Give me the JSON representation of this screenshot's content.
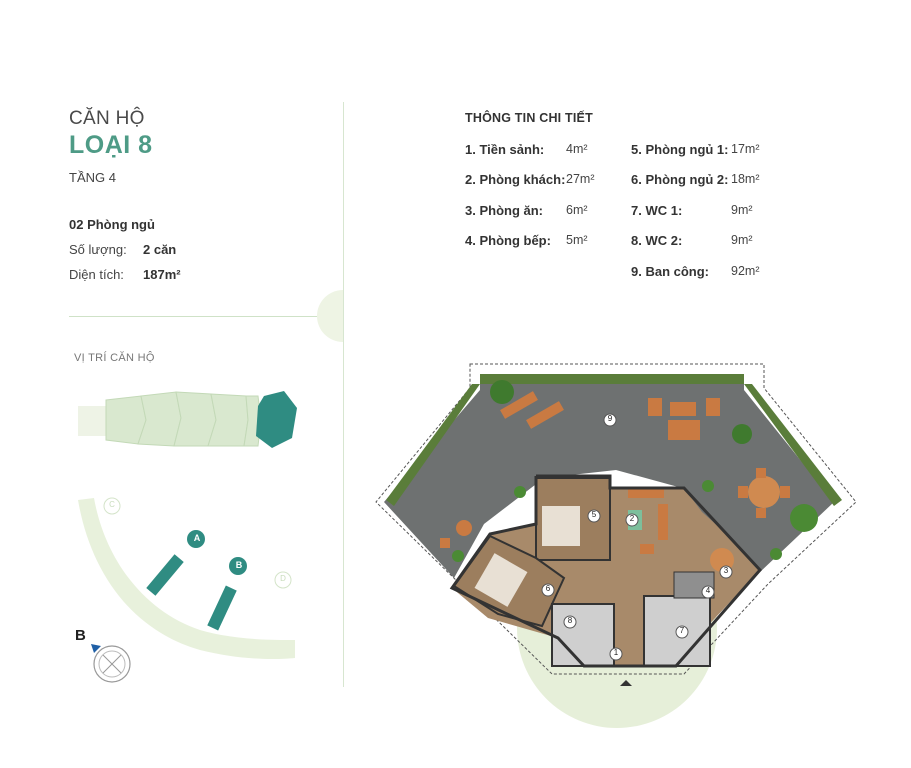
{
  "apartment": {
    "heading": "CĂN HỘ",
    "type": "LOẠI 8",
    "floor": "TẦNG 4",
    "bedrooms": "02 Phòng ngủ",
    "quantity_label": "Số lượng:",
    "quantity_value": "2 căn",
    "area_label": "Diện tích:",
    "area_value": "187m²"
  },
  "location": {
    "title": "VỊ TRÍ CĂN HỘ",
    "tower_labels": [
      "A",
      "B",
      "C",
      "D"
    ],
    "compass_label": "B"
  },
  "details": {
    "title": "THÔNG TIN CHI TIẾT",
    "left": [
      {
        "label": "1. Tiền sảnh:",
        "value": "4m²"
      },
      {
        "label": "2. Phòng khách:",
        "value": "27m²"
      },
      {
        "label": "3. Phòng ăn:",
        "value": "6m²"
      },
      {
        "label": "4. Phòng bếp:",
        "value": "5m²"
      }
    ],
    "right": [
      {
        "label": "5. Phòng ngủ 1:",
        "value": "17m²"
      },
      {
        "label": "6. Phòng ngủ 2:",
        "value": "18m²"
      },
      {
        "label": "7. WC 1:",
        "value": "9m²"
      },
      {
        "label": "8. WC 2:",
        "value": "9m²"
      },
      {
        "label": "9. Ban công:",
        "value": "92m²"
      }
    ]
  },
  "plan_labels": [
    "1",
    "2",
    "3",
    "4",
    "5",
    "6",
    "7",
    "8",
    "9"
  ],
  "colors": {
    "accent": "#4e9b86",
    "light_green": "#e8f1dc",
    "tower_teal": "#2f8c82",
    "terrace": "#6b6e6e",
    "wood": "#a88a6a"
  }
}
